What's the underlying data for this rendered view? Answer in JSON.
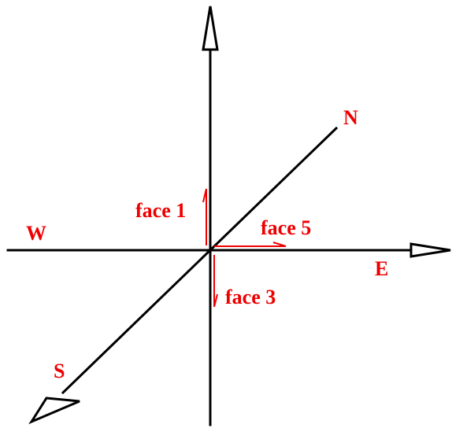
{
  "colors": {
    "axis": "#000000",
    "label": "#ee0000",
    "face_vector": "#ee0000",
    "background": "#ffffff"
  },
  "labels": {
    "north": "N",
    "south": "S",
    "east": "E",
    "west": "W",
    "face1": "face 1",
    "face3": "face 3",
    "face5": "face 5"
  }
}
